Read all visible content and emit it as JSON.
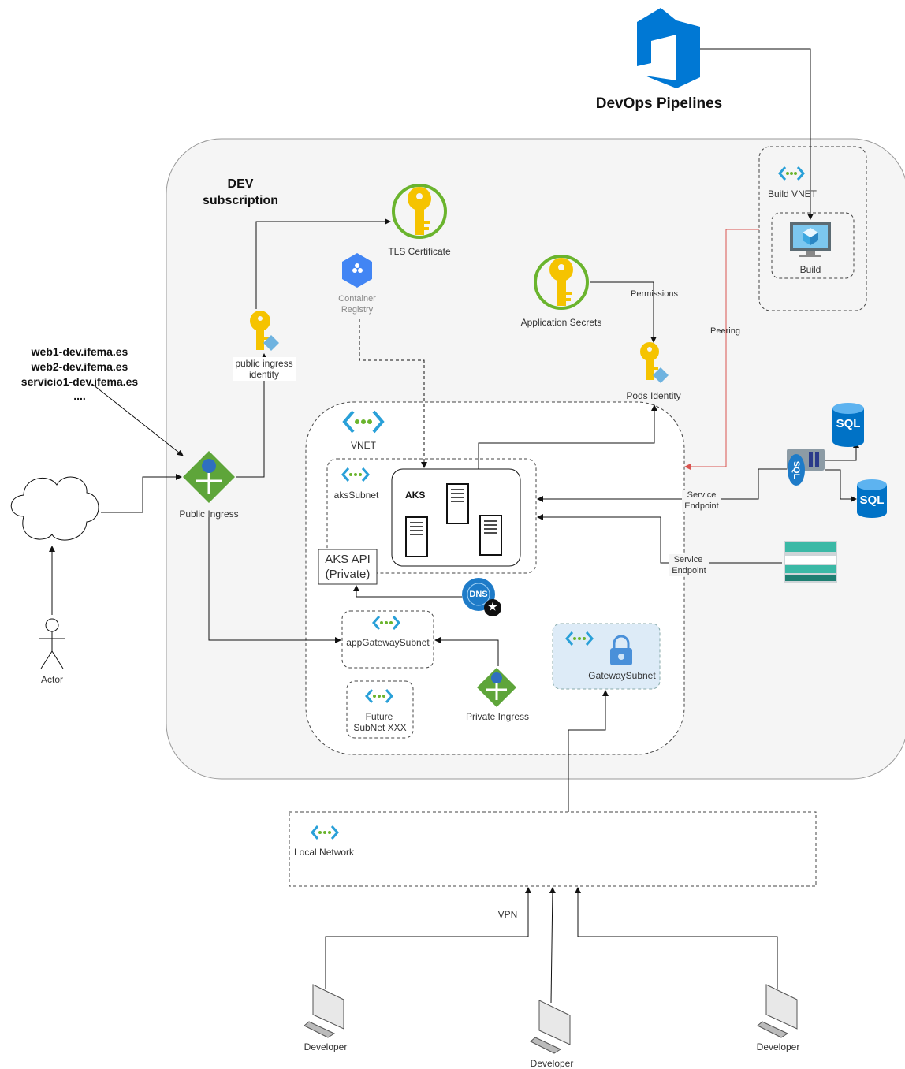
{
  "title": "DevOps Pipelines",
  "subscription": {
    "line1": "DEV",
    "line2": "subscription"
  },
  "domains": [
    "web1-dev.ifema.es",
    "web2-dev.ifema.es",
    "servicio1-dev.ifema.es",
    "...."
  ],
  "nodes": {
    "tls_certificate": "TLS Certificate",
    "container_registry": {
      "line1": "Container",
      "line2": "Registry"
    },
    "application_secrets": "Application Secrets",
    "permissions": "Permissions",
    "pods_identity": "Pods Identity",
    "public_ingress_identity": {
      "line1": "public ingress",
      "line2": "identity"
    },
    "public_ingress": "Public Ingress",
    "actor": "Actor",
    "build_vnet": "Build VNET",
    "build": "Build",
    "peering": "Peering",
    "vnet": "VNET",
    "aks_subnet": "aksSubnet",
    "aks": "AKS",
    "aks_api": {
      "line1": "AKS API",
      "line2": "(Private)"
    },
    "dns_icon_text": "DNS",
    "app_gateway_subnet": "appGatewaySubnet",
    "future_subnet": {
      "line1": "Future",
      "line2": "SubNet XXX"
    },
    "private_ingress": "Private Ingress",
    "gateway_subnet": "GatewaySubnet",
    "service_endpoint": {
      "line1": "Service",
      "line2": "Endpoint"
    },
    "sql": "SQL",
    "local_network": "Local Network",
    "vpn": "VPN",
    "developer": "Developer"
  },
  "colors": {
    "azure_blue": "#0078D4",
    "key_yellow": "#F5C300",
    "ring_green": "#6AB42D",
    "ingress_green": "#5EA53A",
    "peering_red": "#D9534F",
    "subscription_bg": "#F5F5F5",
    "gateway_bg": "#DDEBF7"
  }
}
